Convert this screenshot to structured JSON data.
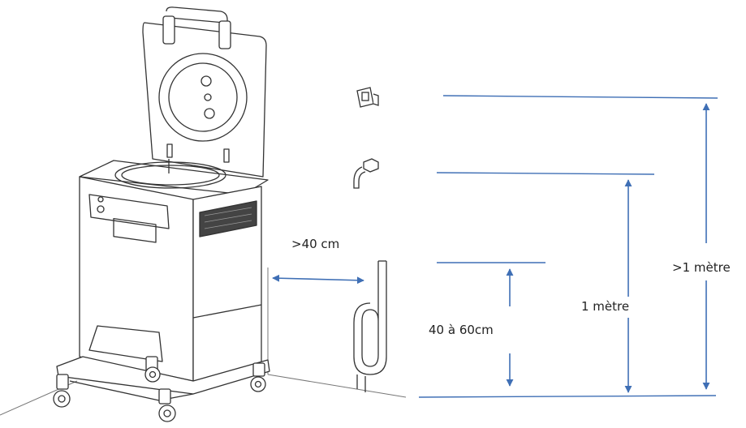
{
  "colors": {
    "accent": "#3f6fb5",
    "line": "#555555"
  },
  "labels": {
    "side_clearance": ">40 cm",
    "drain_height": "40 à 60cm",
    "tap_height": "1 mètre",
    "socket_height": ">1 mètre"
  },
  "icons": [
    "washer-disinfector-icon",
    "power-socket-icon",
    "water-tap-icon",
    "drain-trap-icon"
  ]
}
